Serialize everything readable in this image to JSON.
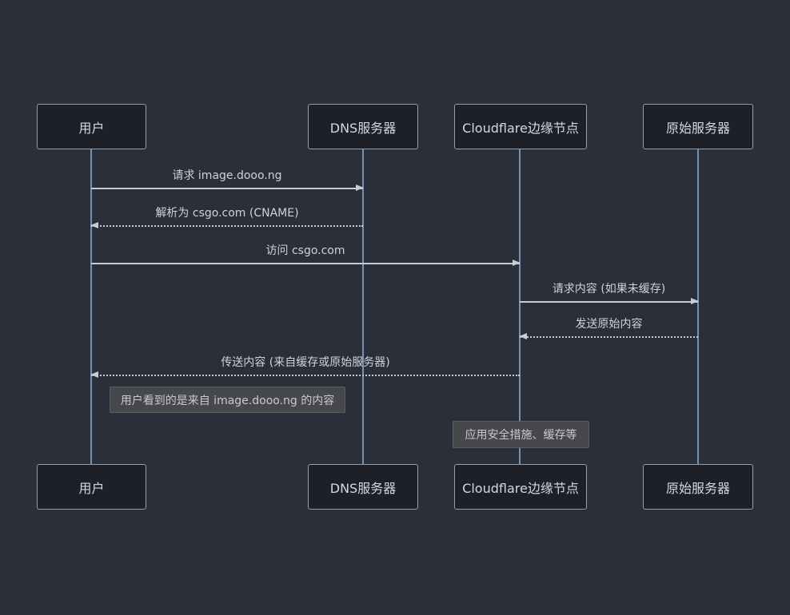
{
  "diagram": {
    "type": "sequence-diagram",
    "theme": "dark",
    "actors": [
      {
        "id": "user",
        "label": "用户"
      },
      {
        "id": "dns",
        "label": "DNS服务器"
      },
      {
        "id": "cloudflare",
        "label": "Cloudflare边缘节点"
      },
      {
        "id": "origin",
        "label": "原始服务器"
      }
    ],
    "messages": [
      {
        "from": "用户",
        "to": "DNS服务器",
        "label": "请求 image.dooo.ng",
        "line": "solid",
        "direction": "right"
      },
      {
        "from": "DNS服务器",
        "to": "用户",
        "label": "解析为 csgo.com (CNAME)",
        "line": "dotted",
        "direction": "left"
      },
      {
        "from": "用户",
        "to": "Cloudflare边缘节点",
        "label": "访问 csgo.com",
        "line": "solid",
        "direction": "right"
      },
      {
        "from": "Cloudflare边缘节点",
        "to": "原始服务器",
        "label": "请求内容 (如果未缓存)",
        "line": "solid",
        "direction": "right"
      },
      {
        "from": "原始服务器",
        "to": "Cloudflare边缘节点",
        "label": "发送原始内容",
        "line": "dotted",
        "direction": "left"
      },
      {
        "from": "Cloudflare边缘节点",
        "to": "用户",
        "label": "传送内容 (来自缓存或原始服务器)",
        "line": "dotted",
        "direction": "left"
      }
    ],
    "notes": [
      {
        "label": "用户看到的是来自 image.dooo.ng 的内容",
        "position": "right of 用户"
      },
      {
        "label": "应用安全措施、缓存等",
        "position": "over Cloudflare边缘节点"
      }
    ],
    "colors": {
      "background": "#2a2f39",
      "actor_fill": "#1d2127",
      "actor_border": "#90a1b5",
      "actor_text": "#d3d8de",
      "lifeline": "#7491b2",
      "signal_line": "#c9cdd2",
      "signal_text": "#ced3d9",
      "note_fill": "#46484b",
      "note_border": "#5b5e61",
      "note_text": "#c7cacd"
    }
  }
}
